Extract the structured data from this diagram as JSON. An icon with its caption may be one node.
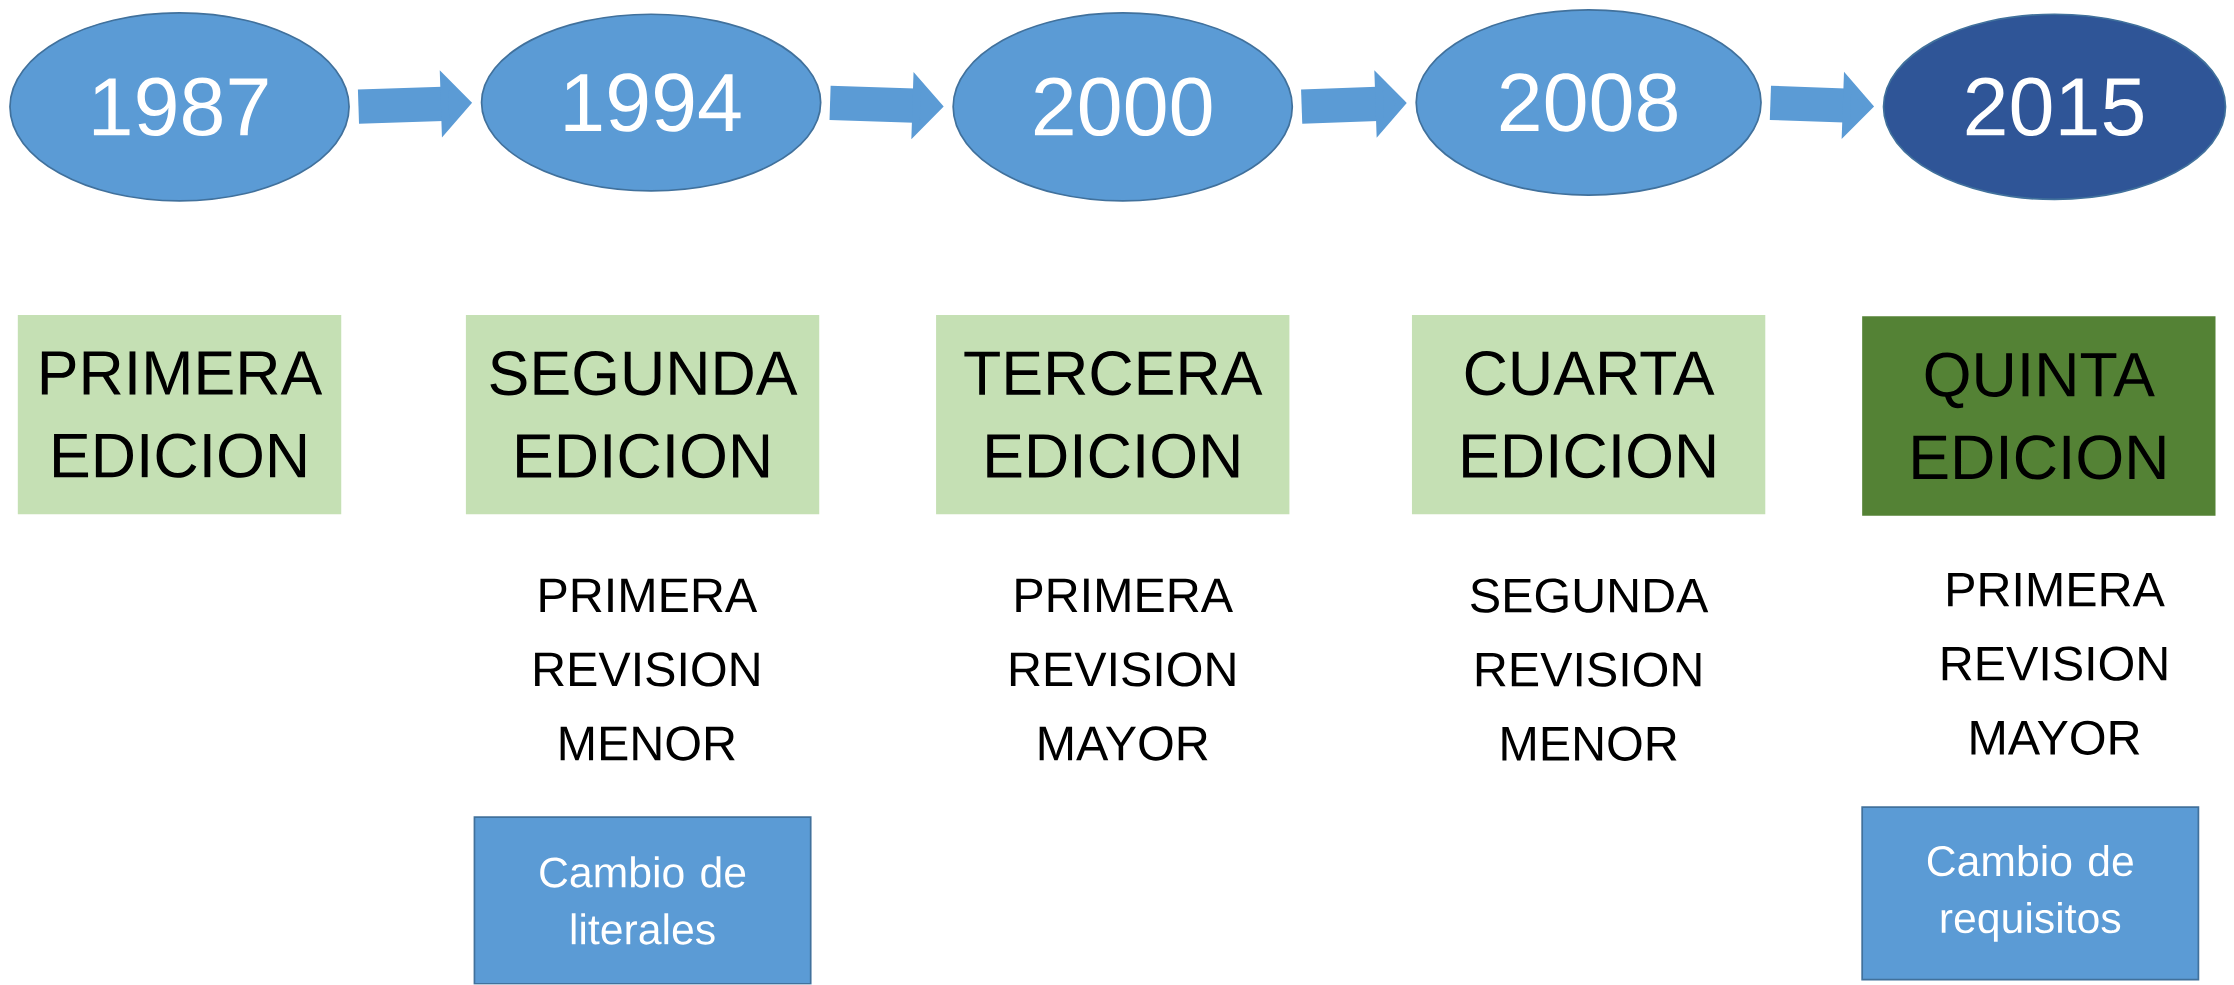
{
  "diagram": {
    "nodes": [
      {
        "text": [
          "1987"
        ]
      },
      {
        "text": [
          "1994"
        ]
      },
      {
        "text": [
          "2000"
        ]
      },
      {
        "text": [
          "2008"
        ]
      },
      {
        "text": [
          "2015"
        ]
      },
      {
        "text": [
          "PRIMERA EDICION"
        ]
      },
      {
        "text": [
          "SEGUNDA EDICION"
        ],
        "beside": [
          "PRIMERA REVISION MENOR"
        ]
      },
      {
        "text": [
          "TERCERA EDICION"
        ],
        "beside": [
          "PRIMERA REVISION MAYOR"
        ]
      },
      {
        "text": [
          "CUARTA EDICION"
        ],
        "beside": [
          "SEGUNDA REVISION MENOR"
        ]
      },
      {
        "text": [
          "QUINTA EDICION"
        ],
        "beside": [
          "PRIMERA REVISION MAYOR"
        ]
      },
      {
        "text": [
          "Cambio de literales"
        ]
      },
      {
        "text": [
          "Cambio de requisitos"
        ]
      }
    ],
    "edges": [
      {
        "from": 0,
        "to": 1,
        "arrow": "to"
      },
      {
        "from": 1,
        "to": 2,
        "arrow": "to"
      },
      {
        "from": 2,
        "to": 3,
        "arrow": "to"
      },
      {
        "from": 3,
        "to": 4,
        "arrow": "to"
      }
    ]
  }
}
